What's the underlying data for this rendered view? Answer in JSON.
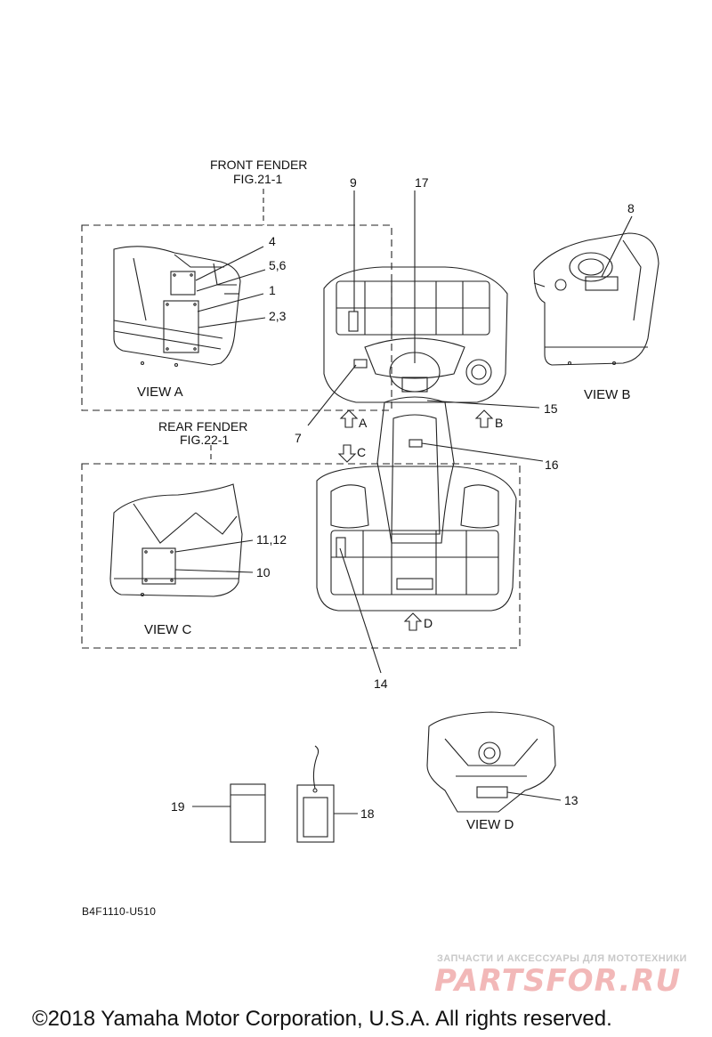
{
  "references": {
    "front_fender_title": "FRONT FENDER",
    "front_fender_fig": "FIG.21-1",
    "rear_fender_title": "REAR FENDER",
    "rear_fender_fig": "FIG.22-1"
  },
  "views": {
    "a": "VIEW A",
    "b": "VIEW B",
    "c": "VIEW C",
    "d": "VIEW D"
  },
  "arrows": {
    "a": "A",
    "b": "B",
    "c": "C",
    "d": "D"
  },
  "callouts": {
    "c1": "1",
    "c2_3": "2,3",
    "c4": "4",
    "c5_6": "5,6",
    "c7": "7",
    "c8": "8",
    "c9": "9",
    "c10": "10",
    "c11_12": "11,12",
    "c13": "13",
    "c14": "14",
    "c15": "15",
    "c16": "16",
    "c17": "17",
    "c18": "18",
    "c19": "19"
  },
  "diagram_code": "B4F1110-U510",
  "watermark": {
    "tagline": "ЗАПЧАСТИ И АКСЕССУАРЫ ДЛЯ МОТОТЕХНИКИ",
    "brand": "PARTSFOR.RU"
  },
  "copyright": "©2018 Yamaha Motor Corporation, U.S.A. All rights reserved."
}
